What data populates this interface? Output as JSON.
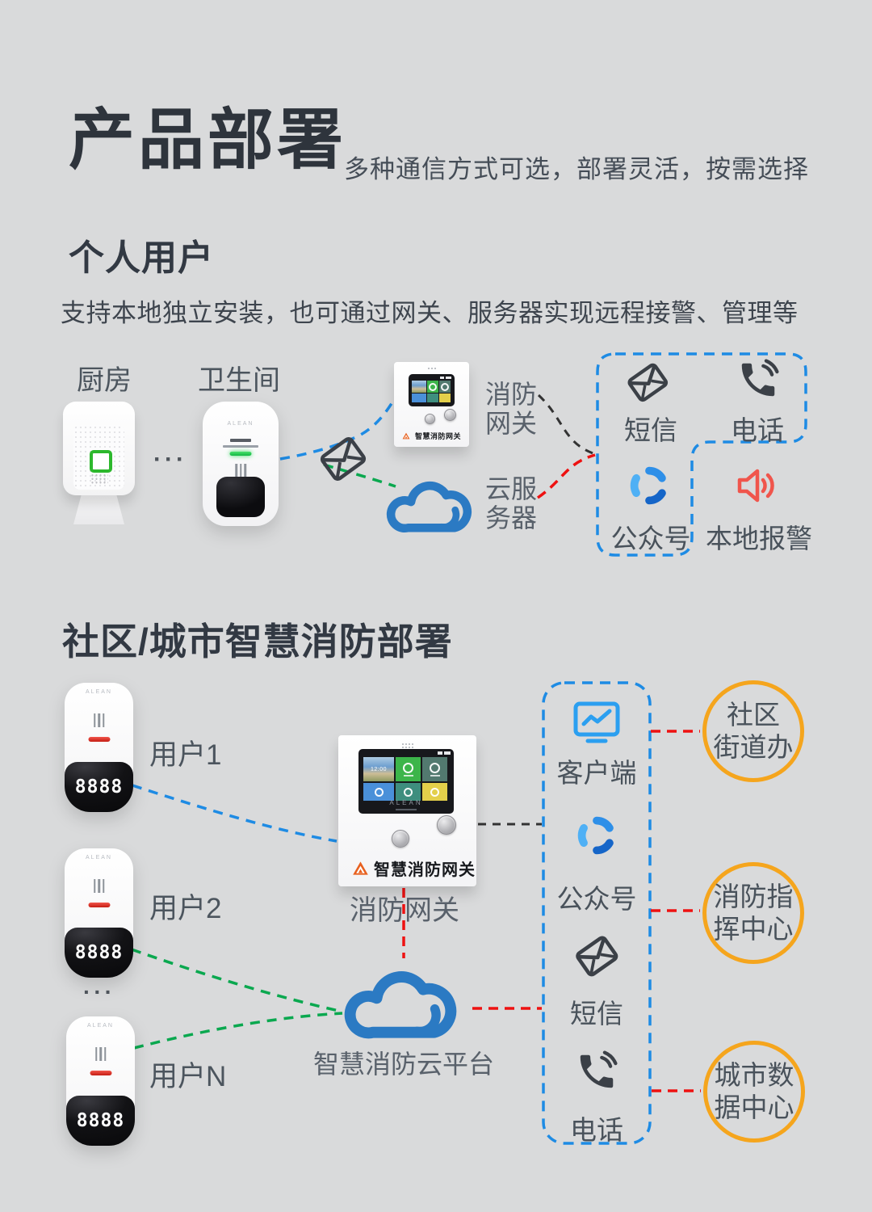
{
  "header": {
    "title": "产品部署",
    "subtitle": "多种通信方式可选，部署灵活，按需选择"
  },
  "personal": {
    "heading": "个人用户",
    "description": "支持本地独立安装，也可通过网关、服务器实现远程接警、管理等",
    "kitchen_label": "厨房",
    "bathroom_label": "卫生间",
    "ellipsis": "···",
    "gateway_line1": "消防",
    "gateway_line2": "网关",
    "cloud_line1": "云服",
    "cloud_line2": "务器",
    "sms": "短信",
    "phone": "电话",
    "wechat": "公众号",
    "local_alarm": "本地报警"
  },
  "community": {
    "heading": "社区/城市智慧消防部署",
    "user1": "用户1",
    "user2": "用户2",
    "userN": "用户N",
    "ellipsis": "···",
    "gateway_label": "消防网关",
    "cloud_label": "智慧消防云平台",
    "client": "客户端",
    "wechat": "公众号",
    "sms": "短信",
    "phone": "电话",
    "target1_line1": "社区",
    "target1_line2": "街道办",
    "target2_line1": "消防指",
    "target2_line2": "挥中心",
    "target3_line1": "城市数",
    "target3_line2": "据中心"
  },
  "device": {
    "brand": "ALEAN",
    "lcd": "8888",
    "gateway_logo_text": "智慧消防网关",
    "screen_brand": "ALEAN",
    "screen_time": "12:00"
  },
  "icons": {
    "sms": "envelope-icon",
    "phone": "phone-icon",
    "wechat": "swirl-icon",
    "local_alarm": "speaker-icon",
    "client": "monitor-icon",
    "cloud": "cloud-icon",
    "gateway_logo": "triangle-logo-icon",
    "line_junction": "envelope-icon"
  },
  "colors": {
    "background": "#d9dadb",
    "title": "#2e343c",
    "label_gray": "#59616b",
    "dash_blue": "#1e8be4",
    "dash_green": "#0aa84f",
    "dash_red": "#ee1111",
    "dash_black": "#333333",
    "cloud_blue": "#2b7ac3",
    "orange": "#f5a51d",
    "alarm_red": "#f0554c",
    "icon_dark": "#3b4047",
    "monitor_blue": "#2b9ff0"
  }
}
